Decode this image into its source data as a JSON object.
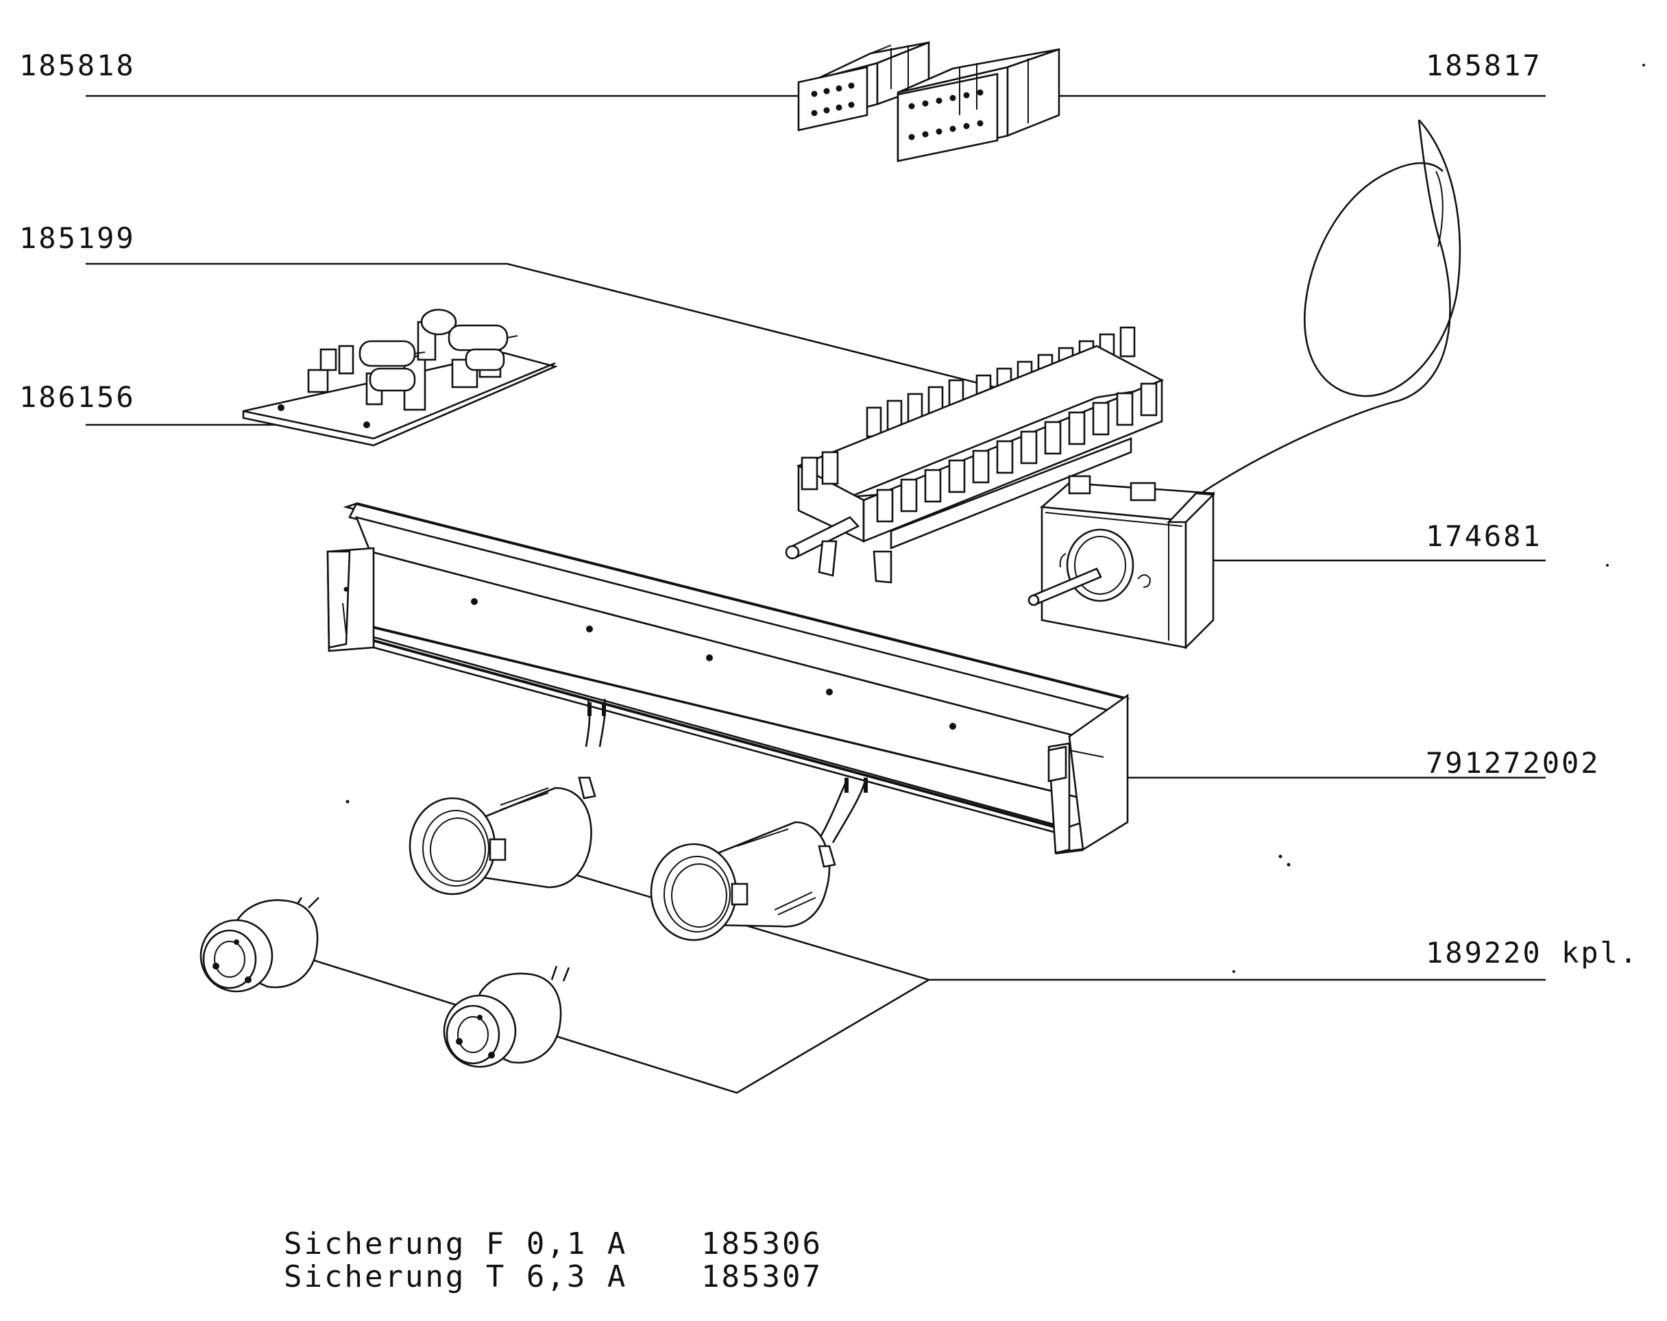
{
  "title": "",
  "parts": [
    {
      "id": "p-185818",
      "label": "185818"
    },
    {
      "id": "p-185817",
      "label": "185817"
    },
    {
      "id": "p-185199",
      "label": "185199"
    },
    {
      "id": "p-186156",
      "label": "186156"
    },
    {
      "id": "p-174681",
      "label": "174681"
    },
    {
      "id": "p-791272002",
      "label": "791272002"
    },
    {
      "id": "p-189220",
      "label": "189220 kpl."
    }
  ],
  "fuses": [
    {
      "name": "Sicherung F 0,1 A",
      "number": "185306"
    },
    {
      "name": "Sicherung T 6,3 A",
      "number": "185307"
    }
  ]
}
